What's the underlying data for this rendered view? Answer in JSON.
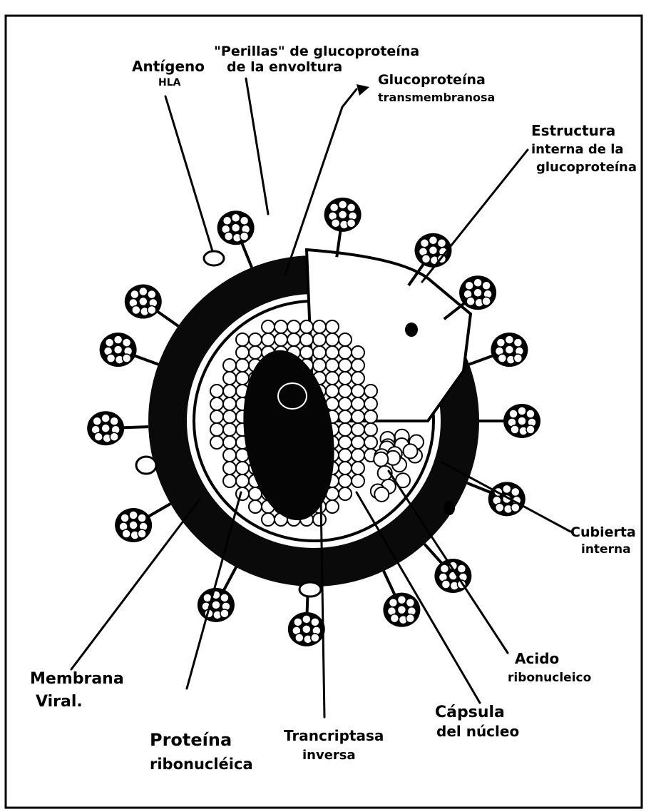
{
  "labels": {
    "antigeno": [
      "Antígeno",
      "HLA"
    ],
    "perillas": [
      "\"Perillas\" de glucoproteína",
      "de la envoltura"
    ],
    "glucoproteina_trans": [
      "Glucoproteína",
      "transmembranosa"
    ],
    "estructura": [
      "Estructura",
      "interna de la",
      "glucoproteína"
    ],
    "cubierta": [
      "Cubierta",
      "interna"
    ],
    "acido": [
      "Acido",
      "ribonucleico"
    ],
    "capsula": [
      "Cápsula",
      "del núcleo"
    ],
    "transcriptasa": [
      "Trancriptasa",
      "inversa"
    ],
    "proteina": [
      "Proteína",
      "ribonucléica"
    ],
    "membrana": [
      "Membrana",
      "Viral."
    ]
  }
}
